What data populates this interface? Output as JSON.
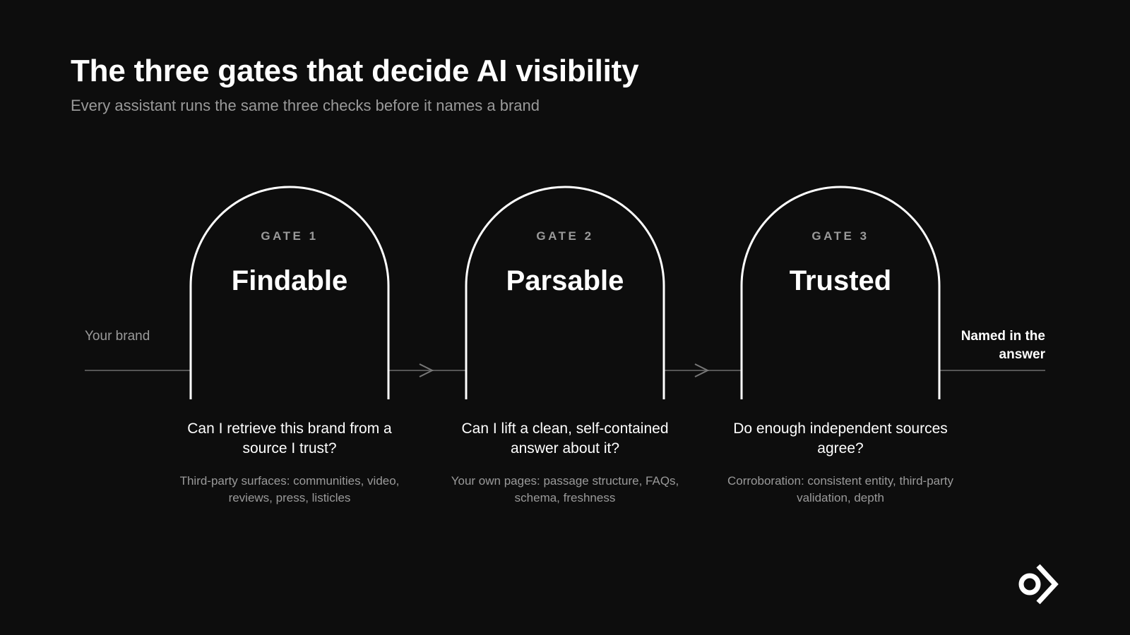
{
  "header": {
    "title": "The three gates that decide AI visibility",
    "subtitle": "Every assistant runs the same three checks before it names a brand"
  },
  "flow": {
    "start_label": "Your brand",
    "end_label": "Named in the answer"
  },
  "gates": [
    {
      "number_label": "GATE 1",
      "name": "Findable",
      "question": "Can I retrieve this brand from a source I trust?",
      "detail": "Third-party surfaces: communities, video, reviews, press, listicles"
    },
    {
      "number_label": "GATE 2",
      "name": "Parsable",
      "question": "Can I lift a clean, self-contained answer about it?",
      "detail": "Your own pages: passage structure, FAQs, schema, freshness"
    },
    {
      "number_label": "GATE 3",
      "name": "Trusted",
      "question": "Do enough independent sources agree?",
      "detail": "Corroboration: consistent entity, third-party validation, depth"
    }
  ],
  "icons": {
    "arrow": "chevron-right-icon",
    "logo": "brand-logo-icon"
  },
  "colors": {
    "background": "#0d0d0d",
    "text_primary": "#ffffff",
    "text_muted": "#9a9a9a",
    "line": "#555555"
  }
}
